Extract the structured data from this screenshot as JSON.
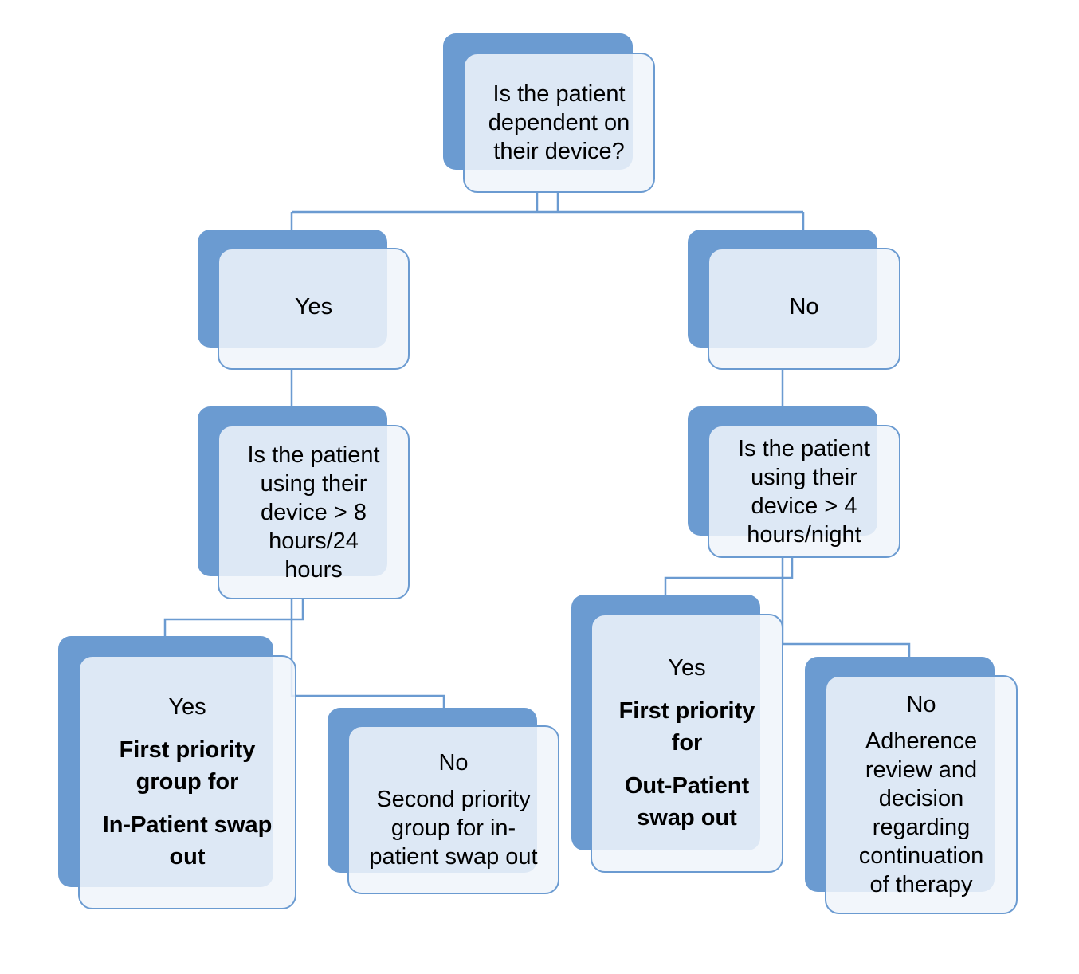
{
  "diagram": {
    "root": {
      "text": "Is the patient dependent on their device?"
    },
    "yes_branch": {
      "label": "Yes",
      "question": "Is the patient using their device > 8 hours/24 hours",
      "yes_outcome": {
        "label": "Yes",
        "bold_line1": "First priority group for",
        "bold_line2": "In-Patient swap out"
      },
      "no_outcome": {
        "label": "No",
        "text": "Second priority group for in-patient swap out"
      }
    },
    "no_branch": {
      "label": "No",
      "question": "Is the patient using their device > 4 hours/night",
      "yes_outcome": {
        "label": "Yes",
        "bold_line1": "First priority for",
        "bold_line2": "Out-Patient swap out"
      },
      "no_outcome": {
        "label": "No",
        "text": "Adherence review and decision regarding continuation of therapy"
      }
    }
  },
  "colors": {
    "accent": "#6b9bd1",
    "box_fill": "#f0f4fa",
    "connector": "#6b9bd1"
  }
}
